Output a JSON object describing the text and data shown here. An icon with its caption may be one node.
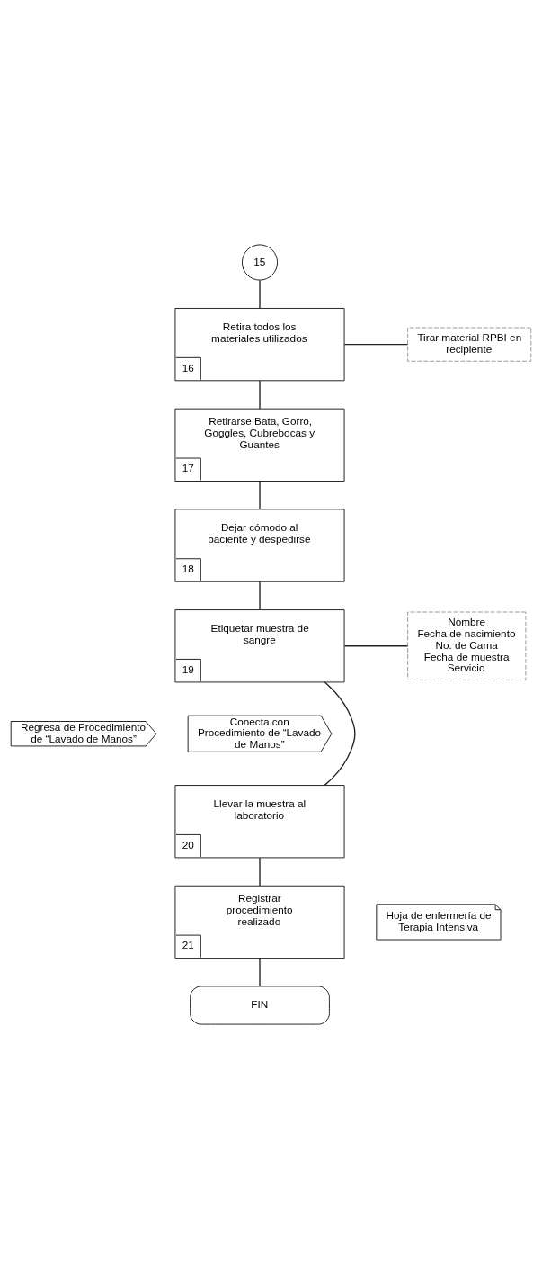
{
  "diagram": {
    "nodes": [
      {
        "text": [
          "15"
        ]
      },
      {
        "text": [
          "Retira todos los materiales utilizados",
          "16"
        ]
      },
      {
        "text": [
          "Tirar material RPBI en recipiente"
        ]
      },
      {
        "text": [
          "Retirarse Bata, Gorro, Goggles, Cubrebocas y Guantes",
          "17"
        ]
      },
      {
        "text": [
          "Dejar cómodo al paciente y despedirse",
          "18"
        ]
      },
      {
        "text": [
          "Etiquetar muestra de sangre",
          "19"
        ]
      },
      {
        "text": [
          "Nombre",
          "Fecha de nacimiento",
          "No. de Cama",
          "Fecha de muestra",
          "Servicio"
        ]
      },
      {
        "text": [
          "Regresa de Procedimiento de “Lavado de Manos”"
        ]
      },
      {
        "text": [
          "Conecta con Procedimiento de “Lavado de Manos”"
        ]
      },
      {
        "text": [
          "Llevar la muestra al laboratorio",
          "20"
        ]
      },
      {
        "text": [
          "Hoja de enfermería de Terapia Intensiva"
        ]
      },
      {
        "text": [
          "Registrar procedimiento realizado",
          "21"
        ]
      },
      {
        "text": [
          "FIN"
        ]
      }
    ],
    "edges": [
      {
        "from": 0,
        "to": 1,
        "arrow": "none"
      },
      {
        "from": 1,
        "to": 2,
        "arrow": "none"
      },
      {
        "from": 1,
        "to": 3,
        "arrow": "none"
      },
      {
        "from": 3,
        "to": 4,
        "arrow": "none"
      },
      {
        "from": 4,
        "to": 5,
        "arrow": "none"
      },
      {
        "from": 5,
        "to": 6,
        "arrow": "none"
      },
      {
        "from": 5,
        "to": 9,
        "arrow": "none"
      },
      {
        "from": 9,
        "to": 11,
        "arrow": "none"
      },
      {
        "from": 11,
        "to": 12,
        "arrow": "none"
      }
    ]
  }
}
